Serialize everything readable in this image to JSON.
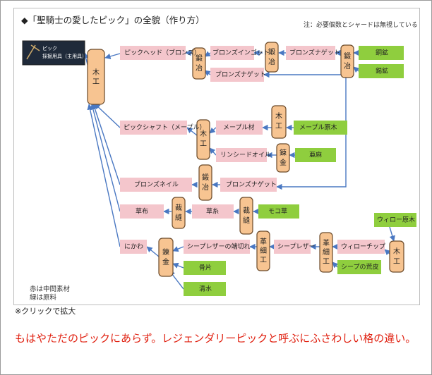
{
  "title": "◆「聖騎士の愛したピック」の全貌（作り方）",
  "note": "注：必要個数とシャードは無視している",
  "legend": [
    "赤は中間素材",
    "緑は原料"
  ],
  "click_note": "※クリックで拡大",
  "caption": "もはやただのピックにあらず。レジェンダリーピックと呼ぶにふさわしい格の違い。",
  "pick": {
    "line1": "ピック",
    "line2": "採掘用具（主用具）"
  },
  "intermediates": {
    "pick_head": "ピックヘッド（ブロンズ）",
    "bronze_ingot": "ブロンズインゴット",
    "bronze_nugget_top": "ブロンズナゲット",
    "bronze_nugget_2": "ブロンズナゲット",
    "pick_shaft": "ピックシャフト（メープル）",
    "maple_lumber": "メープル材",
    "linseed_oil": "リンシードオイル",
    "bronze_rivet": "ブロンズネイル",
    "bronze_nugget_3": "ブロンズナゲット",
    "grass_cloth": "草布",
    "grass_thread": "草糸",
    "glue": "にかわ",
    "sheep_leather_scraps": "シープレザーの端切れ",
    "sheep_leather": "シープレザー",
    "willow_chip": "ウィローチップ"
  },
  "materials": {
    "copper_ore": "銅鉱",
    "tin_ore": "錫鉱",
    "maple_log": "メープル原木",
    "flax": "亜麻",
    "moko_grass": "モコ草",
    "willow_log": "ウィロー原木",
    "sheep_hide": "シープの荒皮",
    "bone_fragment": "骨片",
    "clear_water": "清水"
  },
  "processes": {
    "woodwork_main": "木工",
    "smelt_1": "鍛冶",
    "smelt_2": "鍛冶",
    "smelt_3": "鍛冶",
    "smelt_4": "鍛冶",
    "woodwork_2": "木工",
    "woodwork_3": "木工",
    "woodwork_4": "木工",
    "refine_1": "錬金",
    "refine_2": "錬金",
    "sew_1": "裁縫",
    "sew_2": "裁縫",
    "leather_1": "革細工",
    "leather_2": "革細工"
  },
  "colors": {
    "intermediate": "#f4c6cc",
    "raw_material": "#8fce3e",
    "process": "#f7c491",
    "edge": "#4a78c2",
    "caption": "#e02010"
  }
}
